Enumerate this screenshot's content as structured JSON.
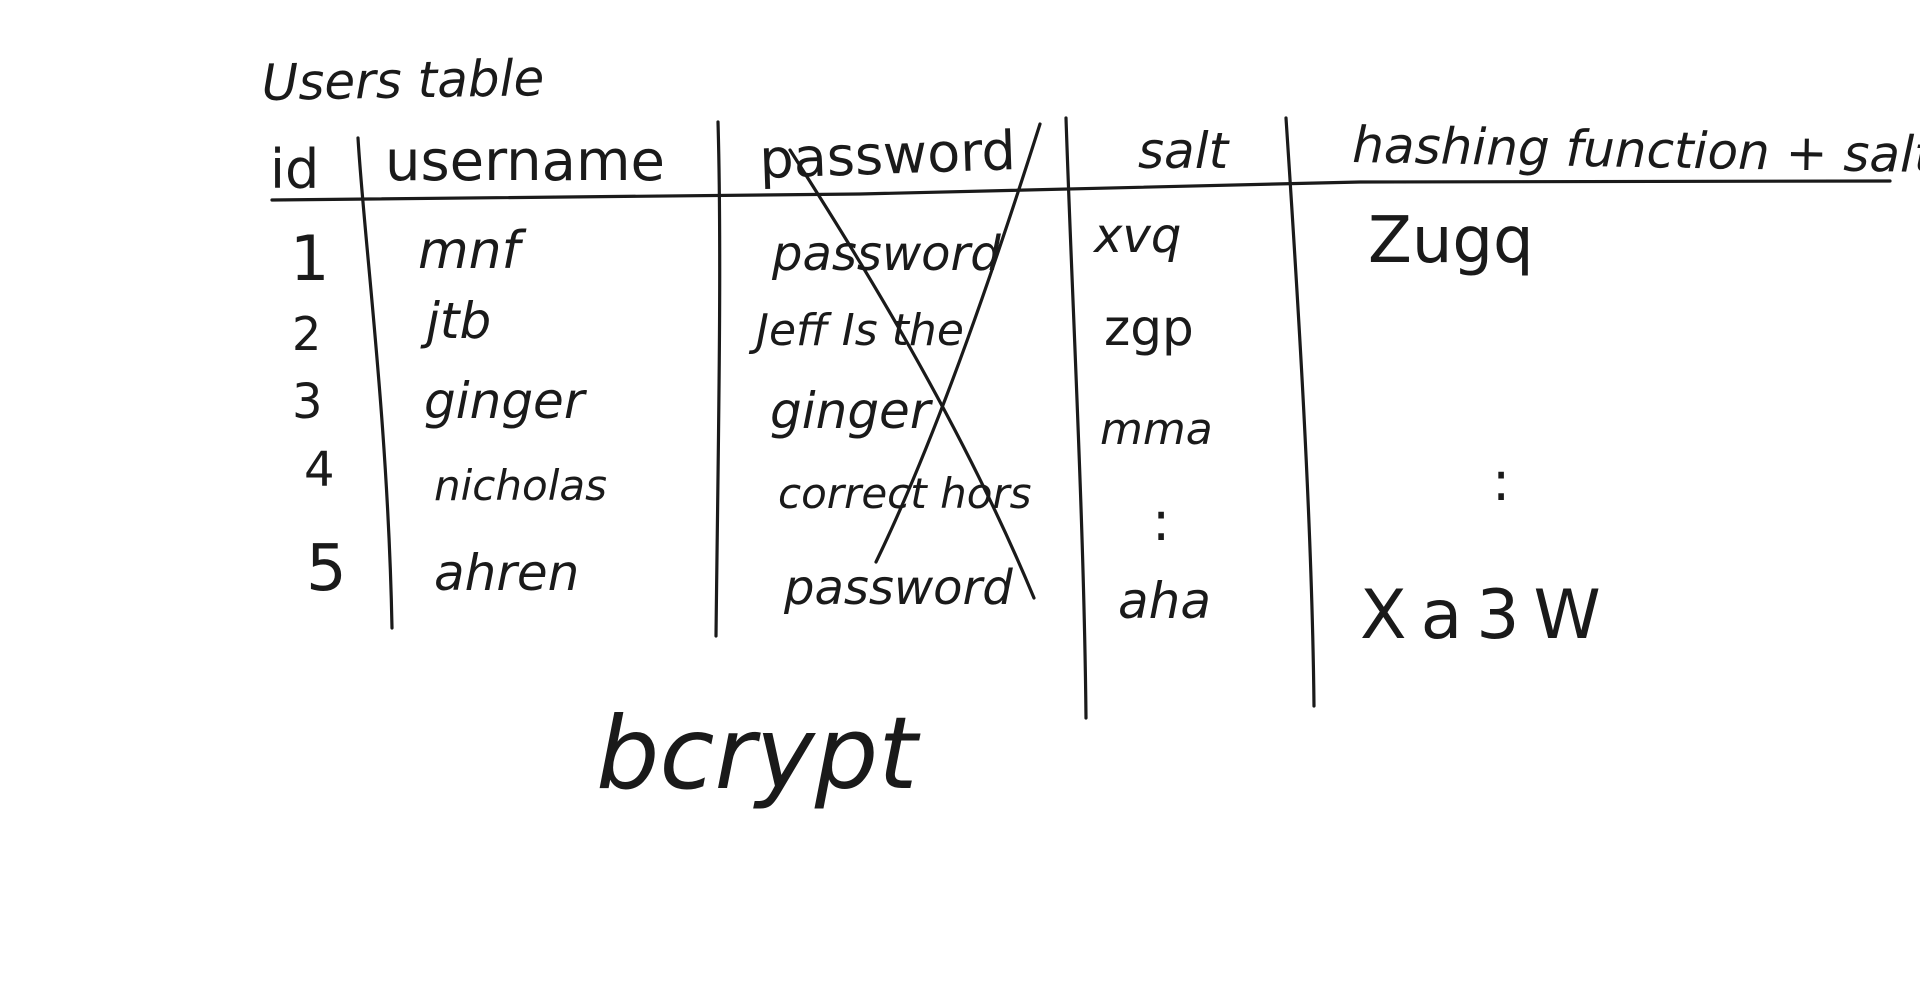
{
  "title": "Users table",
  "columns": [
    {
      "key": "id",
      "label": "id"
    },
    {
      "key": "username",
      "label": "username"
    },
    {
      "key": "password",
      "label": "password"
    },
    {
      "key": "salt",
      "label": "salt"
    },
    {
      "key": "hash",
      "label": "hashing function + salt"
    }
  ],
  "rows": [
    {
      "id": "1",
      "username": "mnf",
      "password": "password",
      "salt": "xvq",
      "hash": "Zugq"
    },
    {
      "id": "2",
      "username": "jtb",
      "password": "Jeff Is the",
      "salt": "zgp",
      "hash": ""
    },
    {
      "id": "3",
      "username": "ginger",
      "password": "ginger",
      "salt": "mma",
      "hash": ""
    },
    {
      "id": "4",
      "username": "nicholas",
      "password": "correct hors",
      "salt": "",
      "hash": ""
    },
    {
      "id": "5",
      "username": "ahren",
      "password": "password",
      "salt": "aha",
      "hash": "Xa3W"
    }
  ],
  "ellipsis": {
    "salt": ":",
    "hash": ":"
  },
  "note": "bcrypt"
}
